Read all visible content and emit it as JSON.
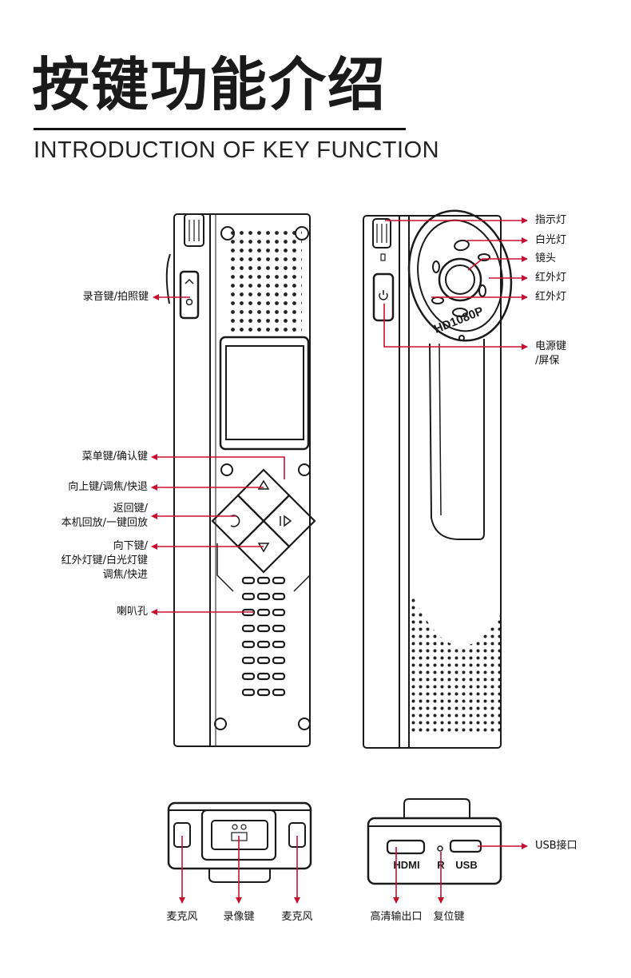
{
  "header": {
    "title": "按键功能介绍",
    "subtitle": "INTRODUCTION OF KEY FUNCTION"
  },
  "colors": {
    "accent": "#c8102e",
    "outline": "#1a1a1a"
  },
  "device_text": {
    "lens_badge": "HD1080P",
    "hdmi_port": "HDMI",
    "reset_hole": "R",
    "usb_port": "USB"
  },
  "labels": {
    "record_photo_key": "录音键/拍照键",
    "menu_key": "菜单键/确认键",
    "up_key": "向上键/调焦/快退",
    "back_key_line1": "返回键/",
    "back_key_line2": "本机回放/一键回放",
    "down_key_line1": "向下键/",
    "down_key_line2": "红外灯键/白光灯键",
    "down_key_line3": "调焦/快进",
    "speaker": "喇叭孔",
    "indicator": "指示灯",
    "white_light": "白光灯",
    "lens": "镜头",
    "ir_light_1": "红外灯",
    "ir_light_2": "红外灯",
    "power_key_line1": "电源键",
    "power_key_line2": "/屏保",
    "mic_left": "麦克风",
    "video_key": "录像键",
    "mic_right": "麦克风",
    "hdmi_out": "高清输出口",
    "reset_key": "复位键",
    "usb_port": "USB接口"
  }
}
